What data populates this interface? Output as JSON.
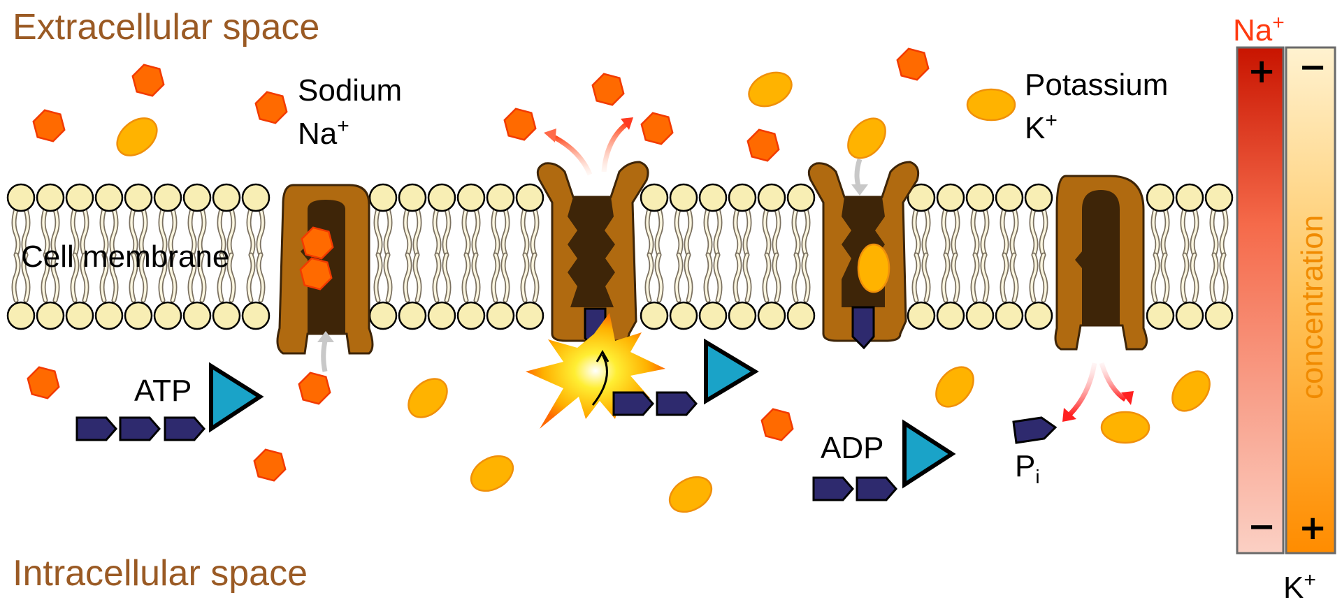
{
  "regions": {
    "extracellular": "Extracellular space",
    "intracellular": "Intracellular space",
    "membrane": "Cell membrane"
  },
  "legend": {
    "sodium_name": "Sodium",
    "sodium_symbol": "Na",
    "sodium_charge": "+",
    "potassium_name": "Potassium",
    "potassium_symbol": "K",
    "potassium_charge": "+"
  },
  "molecules": {
    "atp": "ATP",
    "adp": "ADP",
    "pi_base": "P",
    "pi_sub": "i"
  },
  "gradient": {
    "na_symbol": "Na",
    "na_charge": "+",
    "k_symbol": "K",
    "k_charge": "+",
    "concentration": "concentration",
    "na_top_sign": "+",
    "na_bottom_sign": "−",
    "k_top_sign": "−",
    "k_bottom_sign": "+"
  },
  "colors": {
    "sodium": "#ff6a00",
    "potassium": "#ffb300",
    "pump_outer": "#b06a10",
    "pump_inner": "#3e2508",
    "phosphate": "#2e2a6e",
    "adenosine": "#1aa3c8",
    "lipid_head": "#f8eeb4",
    "region_text": "#9a5a24",
    "na_gradient_top": "#d41a00",
    "k_gradient_bottom": "#ff9000"
  }
}
